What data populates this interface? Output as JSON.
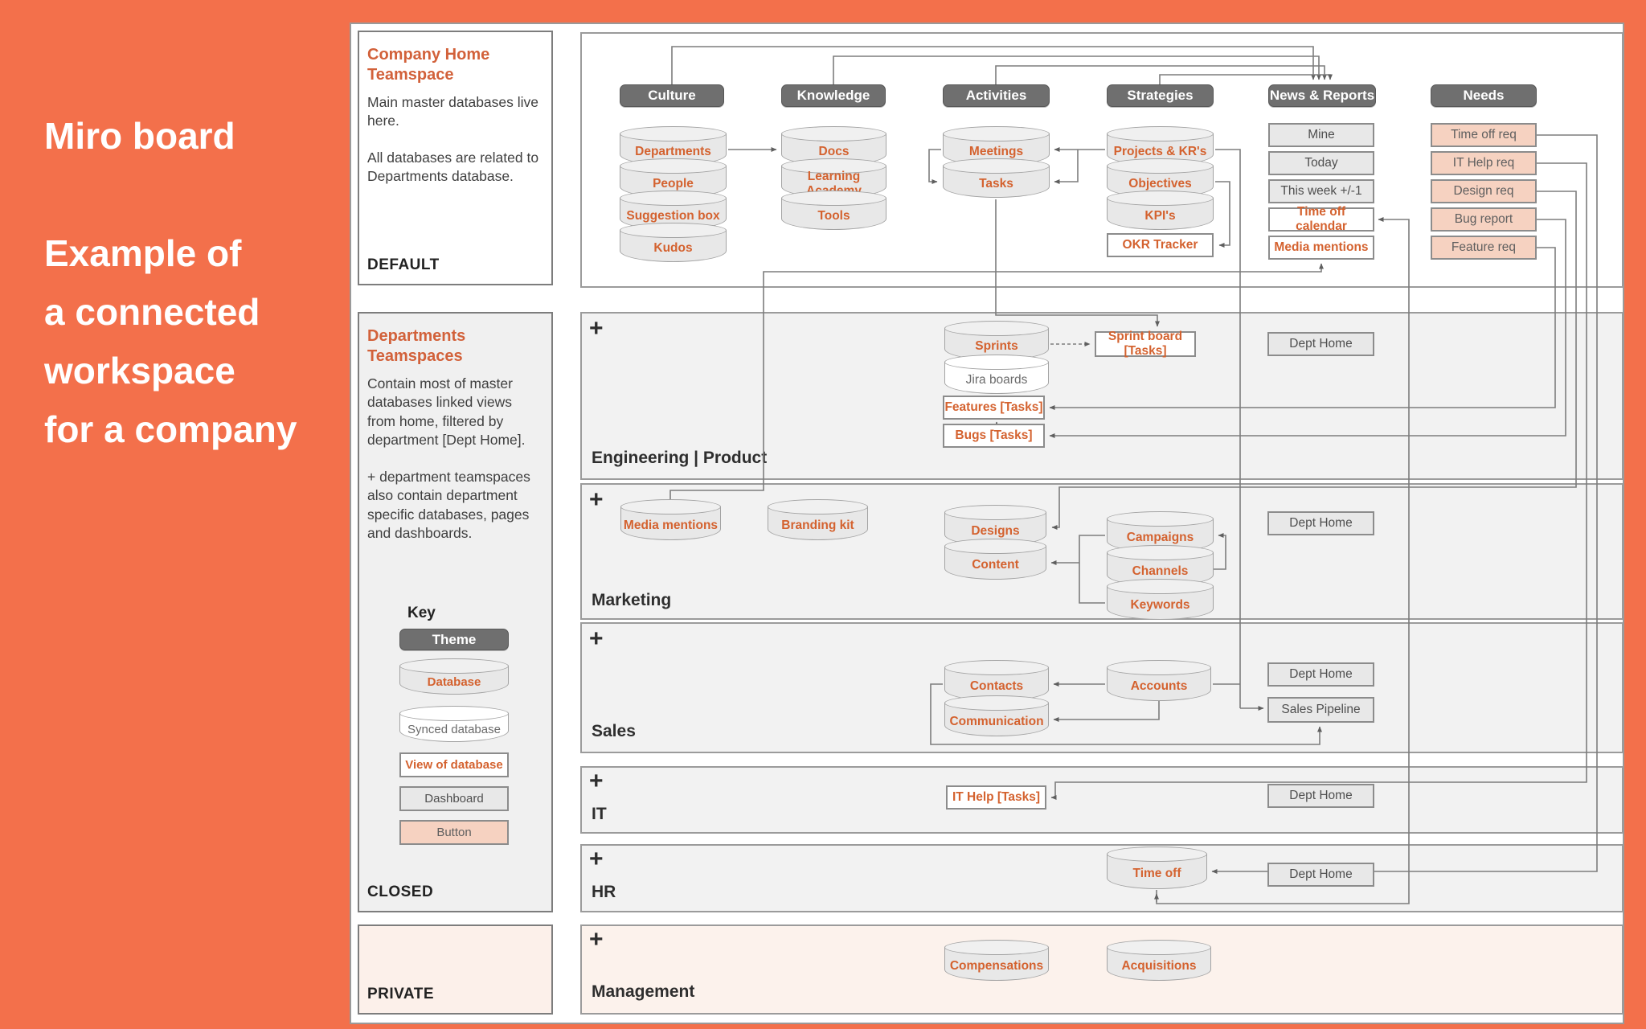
{
  "sidebar": {
    "title": "Miro board",
    "lines": [
      "Example of",
      "a connected",
      "workspace",
      "for a company"
    ]
  },
  "panels": {
    "company_home": {
      "title": "Company Home Teamspace",
      "body1": "Main master databases live here.",
      "body2": "All databases are related to Departments database.",
      "footer": "DEFAULT"
    },
    "departments": {
      "title": "Departments Teamspaces",
      "body1": "Contain most of master databases linked views from home, filtered by department [Dept Home].",
      "body2": "+ department teamspaces also contain department specific databases, pages and dashboards.",
      "key_title": "Key",
      "key_items": [
        {
          "type": "theme",
          "label": "Theme"
        },
        {
          "type": "database",
          "label": "Database"
        },
        {
          "type": "synced",
          "label": "Synced database"
        },
        {
          "type": "view",
          "label": "View of database"
        },
        {
          "type": "dash",
          "label": "Dashboard"
        },
        {
          "type": "btn",
          "label": "Button"
        }
      ],
      "footer": "CLOSED"
    },
    "private": {
      "footer": "PRIVATE"
    }
  },
  "diagram": {
    "plus": "+",
    "themes": [
      "Culture",
      "Knowledge",
      "Activities",
      "Strategies",
      "News & Reports",
      "Needs"
    ],
    "sections": [
      {
        "label": "Engineering | Product"
      },
      {
        "label": "Marketing"
      },
      {
        "label": "Sales"
      },
      {
        "label": "IT"
      },
      {
        "label": "HR"
      },
      {
        "label": "Management"
      }
    ],
    "nodes": {
      "departments": {
        "label": "Departments",
        "type": "database"
      },
      "people": {
        "label": "People",
        "type": "database"
      },
      "suggestion": {
        "label": "Suggestion box",
        "type": "database"
      },
      "kudos": {
        "label": "Kudos",
        "type": "database"
      },
      "docs": {
        "label": "Docs",
        "type": "database"
      },
      "academy": {
        "label": "Learning Academy",
        "type": "database"
      },
      "tools": {
        "label": "Tools",
        "type": "database"
      },
      "meetings": {
        "label": "Meetings",
        "type": "database"
      },
      "tasks": {
        "label": "Tasks",
        "type": "database"
      },
      "projkr": {
        "label": "Projects & KR's",
        "type": "database"
      },
      "objectives": {
        "label": "Objectives",
        "type": "database"
      },
      "kpis": {
        "label": "KPI's",
        "type": "database"
      },
      "okr": {
        "label": "OKR Tracker",
        "type": "view"
      },
      "mine": {
        "label": "Mine",
        "type": "dash"
      },
      "today": {
        "label": "Today",
        "type": "dash"
      },
      "week": {
        "label": "This week +/-1",
        "type": "dash"
      },
      "timeoffcal": {
        "label": "Time off calendar",
        "type": "view"
      },
      "mediaview": {
        "label": "Media mentions",
        "type": "view"
      },
      "timeoffreq": {
        "label": "Time off req",
        "type": "btn"
      },
      "ithelpreq": {
        "label": "IT Help req",
        "type": "btn"
      },
      "designreq": {
        "label": "Design req",
        "type": "btn"
      },
      "bugreport": {
        "label": "Bug report",
        "type": "btn"
      },
      "featurereq": {
        "label": "Feature req",
        "type": "btn"
      },
      "sprints": {
        "label": "Sprints",
        "type": "database"
      },
      "jira": {
        "label": "Jira boards",
        "type": "synced"
      },
      "features": {
        "label": "Features [Tasks]",
        "type": "view"
      },
      "bugs": {
        "label": "Bugs [Tasks]",
        "type": "view"
      },
      "sprintboard": {
        "label": "Sprint board [Tasks]",
        "type": "view"
      },
      "enghome": {
        "label": "Dept Home",
        "type": "dash"
      },
      "mediadb": {
        "label": "Media mentions",
        "type": "database"
      },
      "branding": {
        "label": "Branding kit",
        "type": "database"
      },
      "designs": {
        "label": "Designs",
        "type": "database"
      },
      "content": {
        "label": "Content",
        "type": "database"
      },
      "campaigns": {
        "label": "Campaigns",
        "type": "database"
      },
      "channels": {
        "label": "Channels",
        "type": "database"
      },
      "keywords": {
        "label": "Keywords",
        "type": "database"
      },
      "mkthome": {
        "label": "Dept Home",
        "type": "dash"
      },
      "contacts": {
        "label": "Contacts",
        "type": "database"
      },
      "communication": {
        "label": "Communication",
        "type": "database"
      },
      "accounts": {
        "label": "Accounts",
        "type": "database"
      },
      "saleshome": {
        "label": "Dept Home",
        "type": "dash"
      },
      "pipeline": {
        "label": "Sales Pipeline",
        "type": "dash"
      },
      "ithelp": {
        "label": "IT Help [Tasks]",
        "type": "view"
      },
      "ithome": {
        "label": "Dept Home",
        "type": "dash"
      },
      "timeoff": {
        "label": "Time off",
        "type": "database"
      },
      "hrhome": {
        "label": "Dept Home",
        "type": "dash"
      },
      "compensations": {
        "label": "Compensations",
        "type": "database"
      },
      "acquisitions": {
        "label": "Acquisitions",
        "type": "database"
      }
    }
  },
  "colors": {
    "page_background": "#f3704b",
    "accent_orange_text": "#d4622f",
    "theme_pill": "#6f6f6f",
    "button_fill": "#f6d2c1",
    "section_fill": "#f2f2f2",
    "management_fill": "#fcf2ec"
  }
}
